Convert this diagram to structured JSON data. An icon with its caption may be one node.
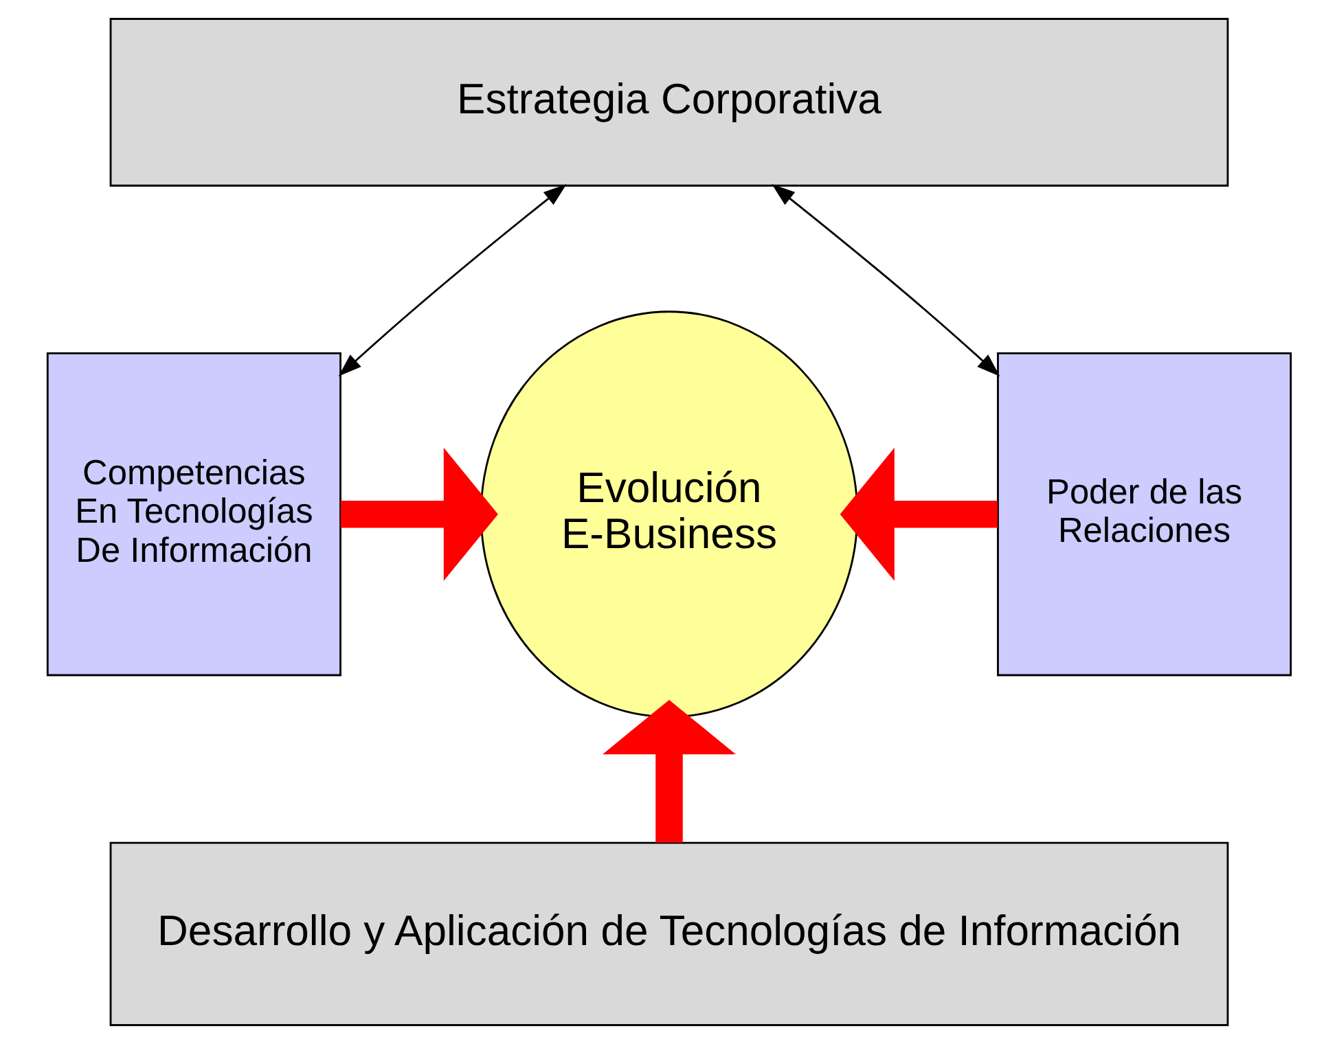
{
  "diagram": {
    "nodes": [
      {
        "text": [
          "Estrategia Corporativa"
        ]
      },
      {
        "text": [
          "Competencias En Tecnologías De Información"
        ]
      },
      {
        "text": [
          "Evolución E-Business"
        ]
      },
      {
        "text": [
          "Poder de las Relaciones"
        ]
      },
      {
        "text": [
          "Desarrollo y Aplicación de Tecnologías de Información"
        ]
      }
    ],
    "edges": [
      {
        "from": 0,
        "to": 1,
        "arrow": "both",
        "color": "#000000"
      },
      {
        "from": 0,
        "to": 3,
        "arrow": "both",
        "color": "#000000"
      },
      {
        "from": 1,
        "to": 2,
        "arrow": "to"
      },
      {
        "from": 3,
        "to": 2,
        "arrow": "to"
      },
      {
        "from": 4,
        "to": 2,
        "arrow": "to"
      }
    ]
  }
}
